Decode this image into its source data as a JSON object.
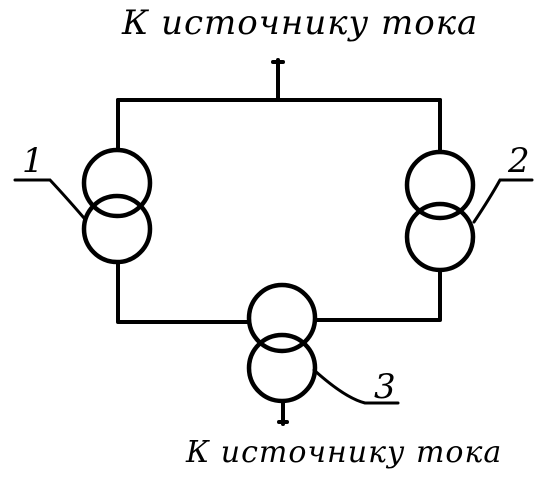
{
  "diagram": {
    "caption_top": "К источнику тока",
    "caption_bottom": "К источнику тока",
    "transformers": [
      {
        "number": "1"
      },
      {
        "number": "2"
      },
      {
        "number": "3"
      }
    ]
  }
}
